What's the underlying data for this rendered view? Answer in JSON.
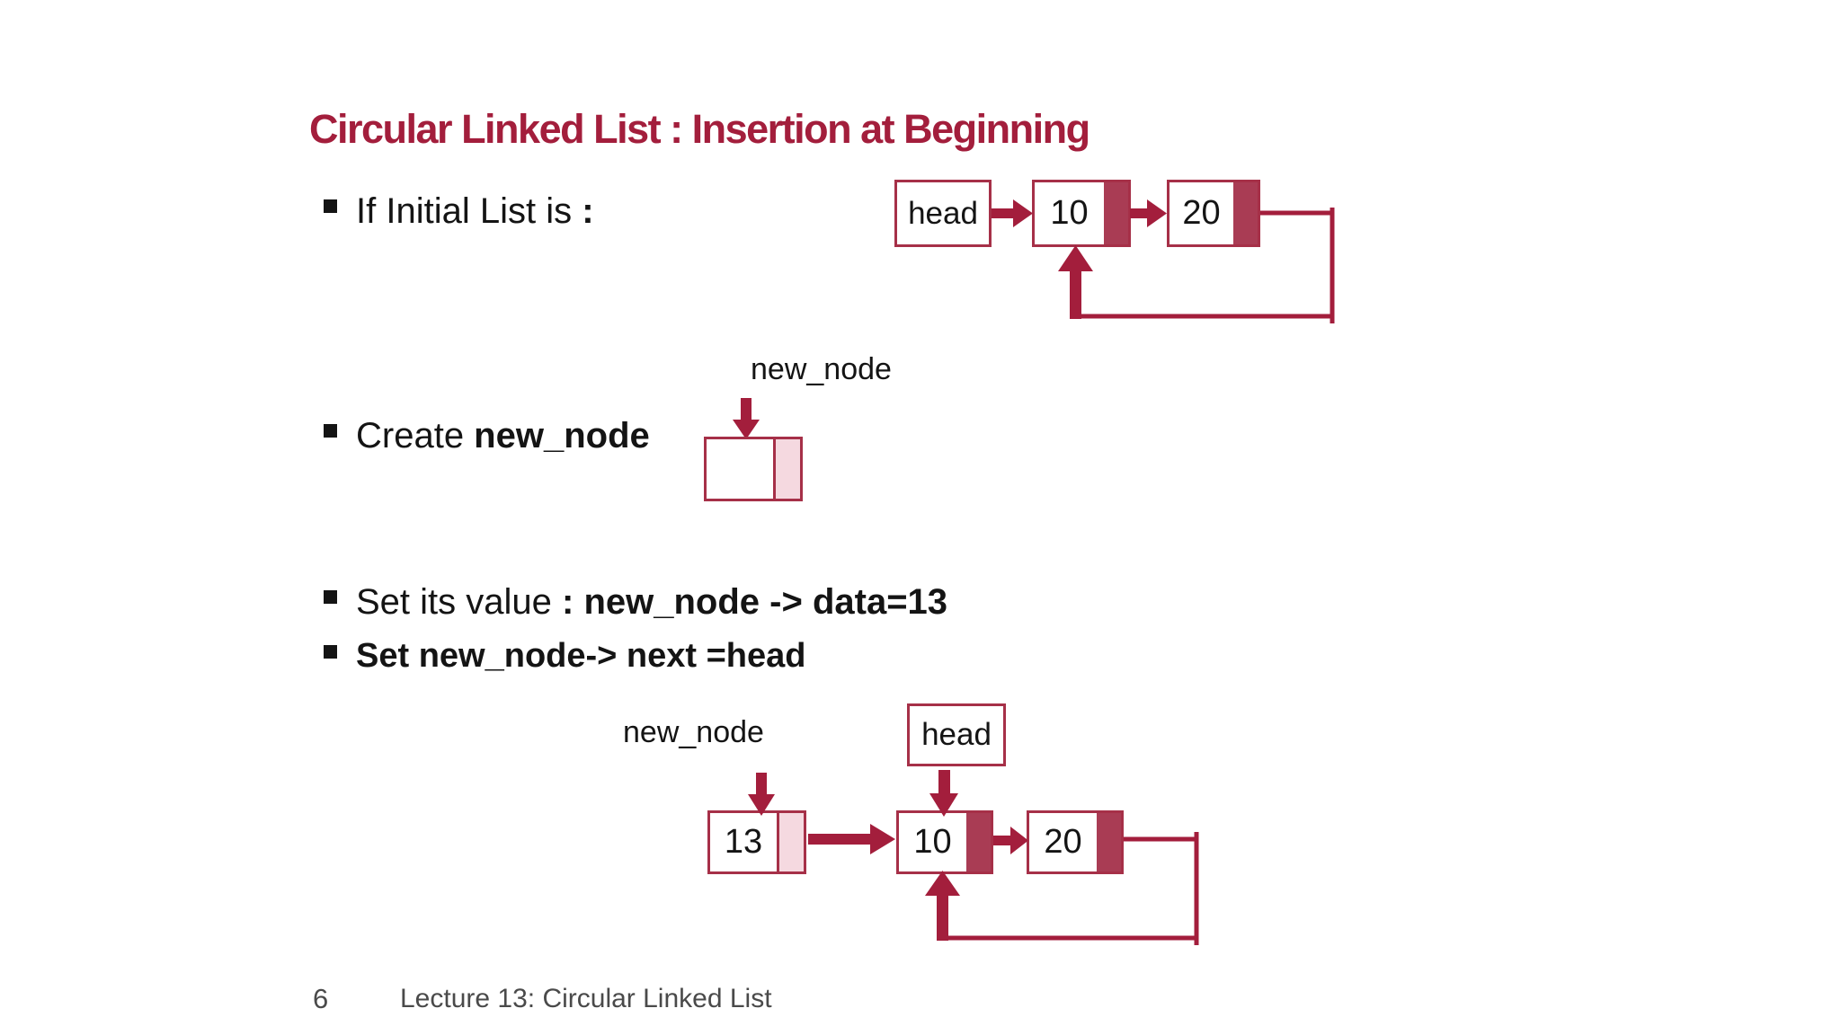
{
  "colors": {
    "accent": "#A31E3C",
    "band": "#A93C54",
    "pink": "#F5D9E0",
    "border": "#A63048",
    "ink": "#141414",
    "gray": "#4A4A4A"
  },
  "slide": {
    "title": "Circular Linked List : Insertion at Beginning",
    "bullets": [
      {
        "normal": "If Initial List is ",
        "bold": ":"
      },
      {
        "normal": "Create ",
        "bold": "new_node"
      },
      {
        "normal": "Set its value ",
        "bold": ": new_node -> data=13"
      },
      {
        "normal": "",
        "bold": "Set new_node-> next =head"
      }
    ],
    "footer": {
      "page_number": "6",
      "text": "Lecture 13: Circular Linked List"
    }
  },
  "diagram_initial_list": {
    "head_label": "head",
    "nodes": [
      {
        "value": "10"
      },
      {
        "value": "20"
      }
    ]
  },
  "diagram_new_node": {
    "label": "new_node"
  },
  "diagram_insertion": {
    "label": "new_node",
    "head_label": "head",
    "nodes": [
      {
        "value": "13"
      },
      {
        "value": "10"
      },
      {
        "value": "20"
      }
    ]
  }
}
